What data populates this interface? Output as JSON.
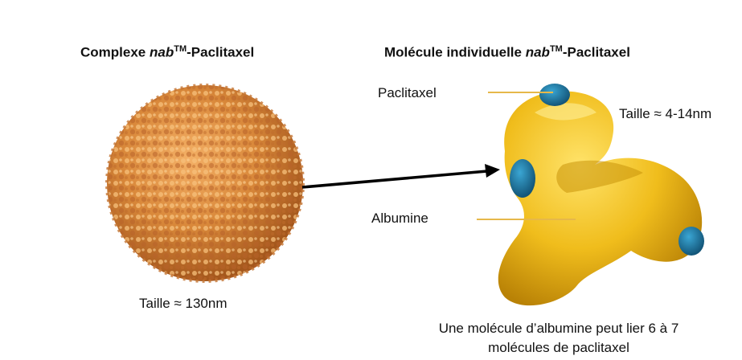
{
  "left_panel": {
    "title_prefix": "Complexe ",
    "title_italic": "nab",
    "title_sup": "TM",
    "title_suffix": "-Paclitaxel",
    "size_label": "Taille ≈ 130nm"
  },
  "right_panel": {
    "title_prefix": "Molécule individuelle ",
    "title_italic": "nab",
    "title_sup": "TM",
    "title_suffix": "-Paclitaxel",
    "paclitaxel_label": "Paclitaxel",
    "albumine_label": "Albumine",
    "size_label": "Taille ≈ 4-14nm",
    "note_line1": "Une molécule d’albumine peut lier 6 à 7",
    "note_line2": "molécules de paclitaxel"
  },
  "colors": {
    "nanoparticle": "#d9883a",
    "albumin": "#e8b413",
    "paclitaxel": "#1f6f9a",
    "leader_line": "#e6b84a",
    "arrow": "#000000"
  }
}
